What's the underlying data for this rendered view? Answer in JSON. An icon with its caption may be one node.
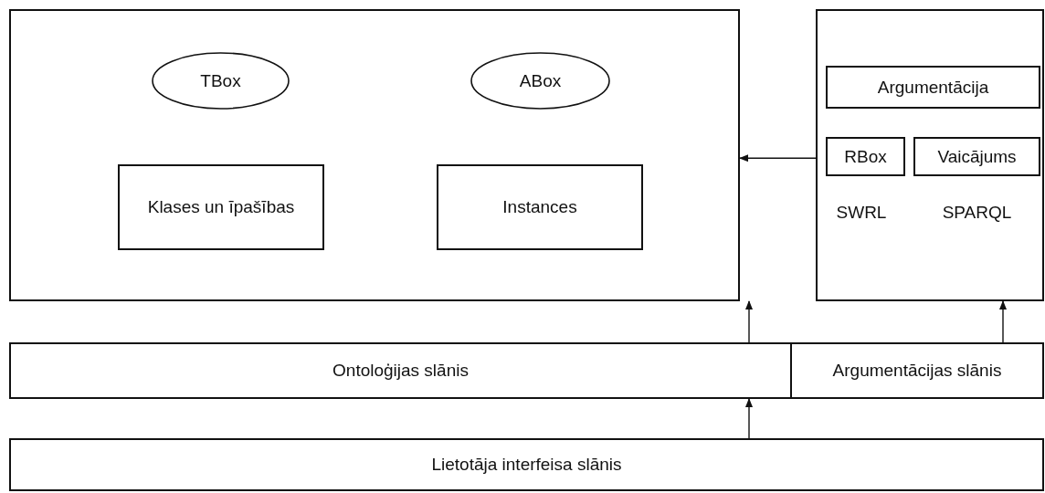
{
  "diagram": {
    "nodes": [
      {
        "text": [],
        "shape": "box"
      },
      {
        "text": [
          "TBox"
        ],
        "in": 0
      },
      {
        "text": [
          "ABox"
        ],
        "in": 0
      },
      {
        "text": [
          "Klases un īpašības"
        ],
        "in": 0
      },
      {
        "text": [
          "Instances"
        ],
        "in": 0
      },
      {
        "text": [],
        "shape": "box"
      },
      {
        "text": [
          "Argumentācija"
        ],
        "in": 5
      },
      {
        "text": [
          "RBox"
        ],
        "in": 5,
        "beside": [
          "SWRL"
        ]
      },
      {
        "text": [
          "Vaicājums"
        ],
        "in": 5,
        "beside": [
          "SPARQL"
        ]
      },
      {
        "text": [
          "Ontoloģijas slānis"
        ]
      },
      {
        "text": [
          "Argumentācijas slānis"
        ]
      },
      {
        "text": [
          "Lietotāja interfeisa slānis"
        ]
      }
    ],
    "edges": [
      {
        "from": 5,
        "to": 0,
        "arrow": "to"
      },
      {
        "from": 9,
        "to": 0,
        "arrow": "to"
      },
      {
        "from": 10,
        "to": 5,
        "arrow": "to"
      },
      {
        "from": 11,
        "to": 9,
        "arrow": "to"
      }
    ]
  }
}
